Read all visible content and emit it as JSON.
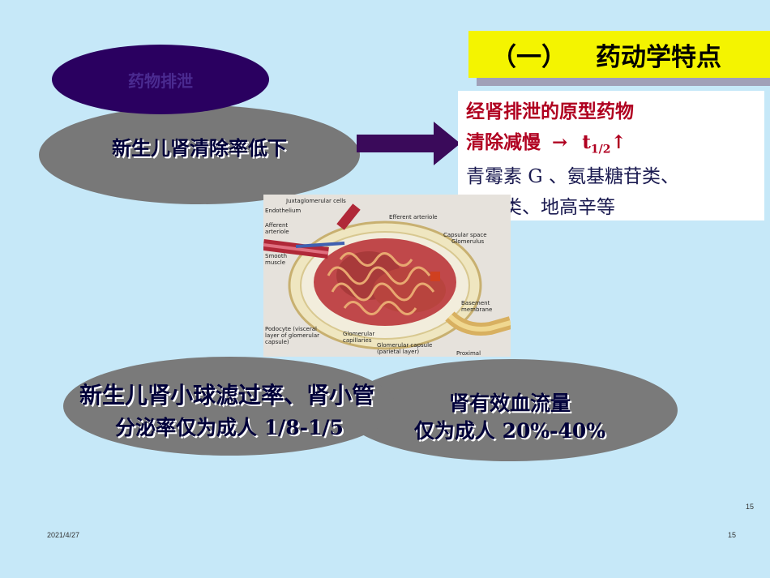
{
  "title": {
    "number": "（一）",
    "text": "药动学特点"
  },
  "top_ellipse": {
    "hidden_label": "药物排泄",
    "label": "新生儿肾清除率低下"
  },
  "info": {
    "line1": "经肾排泄的原型药物",
    "line2_prefix": "清除减慢",
    "arrow": "→",
    "t_main": "t",
    "t_sub": "1/2",
    "up_arrow": "↑",
    "line3": "青霉素 G 、氨基糖苷类、",
    "line4": "磺胺类、地高辛等"
  },
  "diagram_labels": {
    "juxta": "Juxtaglomerular cells",
    "endothelium": "Endothelium",
    "afferent": "Afferent arteriole",
    "smooth": "Smooth muscle",
    "efferent": "Efferent arteriole",
    "capsular": "Capsular space",
    "glomerulus": "Glomerulus",
    "basement": "Basement membrane",
    "podocyte": "Podocyte (visceral layer of glomerular capsule)",
    "glom_cap": "Glomerular capillaries",
    "glom_capsule": "Glomerular capsule (parietal layer)",
    "proximal": "Proximal"
  },
  "bottom_left": {
    "line1": "新生儿肾小球滤过率、肾小管",
    "line2": "分泌率仅为成人 1/8-1/5"
  },
  "bottom_right": {
    "line1": "肾有效血流量",
    "line2": "仅为成人 20%-40%"
  },
  "footer": {
    "date": "2021/4/27",
    "page_upper": "15",
    "page_lower": "15"
  },
  "colors": {
    "background": "#c6e8f8",
    "title_bg": "#f4f400",
    "accent_red": "#b00020",
    "ellipse_dark": "#2a0060",
    "ellipse_gray": "#787878",
    "arrow": "#3a0a5a"
  }
}
